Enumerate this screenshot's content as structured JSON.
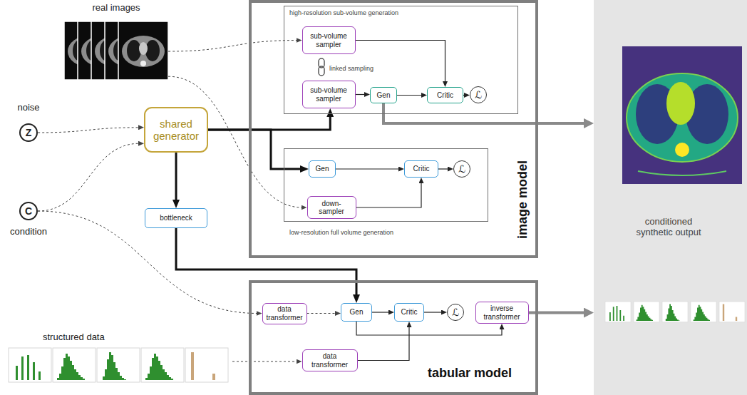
{
  "diagram": {
    "nodes": [
      {
        "text": [
          "real images"
        ]
      },
      {
        "text": [
          "noise",
          "Z"
        ]
      },
      {
        "text": [
          "C",
          "condition"
        ]
      },
      {
        "text": [
          "shared generator"
        ]
      },
      {
        "text": [
          "bottleneck"
        ]
      },
      {
        "text": [
          "image model"
        ]
      },
      {
        "text": [
          "high-resolution sub-volume generation"
        ],
        "in": 5
      },
      {
        "text": [
          "sub-volume sampler"
        ],
        "in": 6
      },
      {
        "text": [
          "sub-volume sampler"
        ],
        "in": 6
      },
      {
        "text": [
          "Gen"
        ],
        "in": 6
      },
      {
        "text": [
          "Critic"
        ],
        "in": 6
      },
      {
        "text": [
          "ℒ"
        ],
        "in": 6
      },
      {
        "text": [
          "low-resolution full volume generation"
        ],
        "in": 5
      },
      {
        "text": [
          "Gen"
        ],
        "in": 12
      },
      {
        "text": [
          "Critic"
        ],
        "in": 12
      },
      {
        "text": [
          "ℒ"
        ],
        "in": 12
      },
      {
        "text": [
          "down-sampler"
        ],
        "in": 12
      },
      {
        "text": [
          "tabular model"
        ]
      },
      {
        "text": [
          "data transformer"
        ],
        "in": 17
      },
      {
        "text": [
          "Gen"
        ],
        "in": 17
      },
      {
        "text": [
          "Critic"
        ],
        "in": 17
      },
      {
        "text": [
          "ℒ"
        ],
        "in": 17
      },
      {
        "text": [
          "inverse transformer"
        ],
        "in": 17
      },
      {
        "text": [
          "data transformer"
        ],
        "in": 17
      },
      {
        "text": [
          "structured data"
        ]
      },
      {
        "text": [
          "conditioned synthetic output"
        ]
      }
    ],
    "edges": [
      {
        "from": 1,
        "to": 3,
        "arrow": "to"
      },
      {
        "from": 2,
        "to": 3,
        "arrow": "to"
      },
      {
        "from": 0,
        "to": 7,
        "arrow": "to"
      },
      {
        "from": 0,
        "to": 16,
        "arrow": "to"
      },
      {
        "from": 2,
        "to": 18,
        "arrow": "to"
      },
      {
        "from": 24,
        "to": 23,
        "arrow": "to"
      },
      {
        "from": 3,
        "to": 8,
        "arrow": "to"
      },
      {
        "from": 3,
        "to": 13,
        "arrow": "to"
      },
      {
        "from": 3,
        "to": 4,
        "arrow": "to"
      },
      {
        "from": 4,
        "to": 19,
        "arrow": "to"
      },
      {
        "from": 7,
        "to": 10,
        "arrow": "to"
      },
      {
        "from": 8,
        "to": 9,
        "arrow": "to"
      },
      {
        "from": 9,
        "to": 10,
        "arrow": "to"
      },
      {
        "from": 10,
        "to": 11,
        "arrow": "to"
      },
      {
        "from": 9,
        "to": 25,
        "arrow": "to"
      },
      {
        "from": 13,
        "to": 14,
        "arrow": "to"
      },
      {
        "from": 16,
        "to": 14,
        "arrow": "to"
      },
      {
        "from": 14,
        "to": 15,
        "arrow": "to"
      },
      {
        "from": 18,
        "to": 19,
        "arrow": "to"
      },
      {
        "from": 19,
        "to": 20,
        "arrow": "to"
      },
      {
        "from": 20,
        "to": 21,
        "arrow": "to"
      },
      {
        "from": 19,
        "to": 22,
        "arrow": "to"
      },
      {
        "from": 23,
        "to": 20,
        "arrow": "to"
      },
      {
        "from": 22,
        "to": 25,
        "arrow": "to"
      }
    ],
    "labels": [
      "linked sampling"
    ]
  }
}
